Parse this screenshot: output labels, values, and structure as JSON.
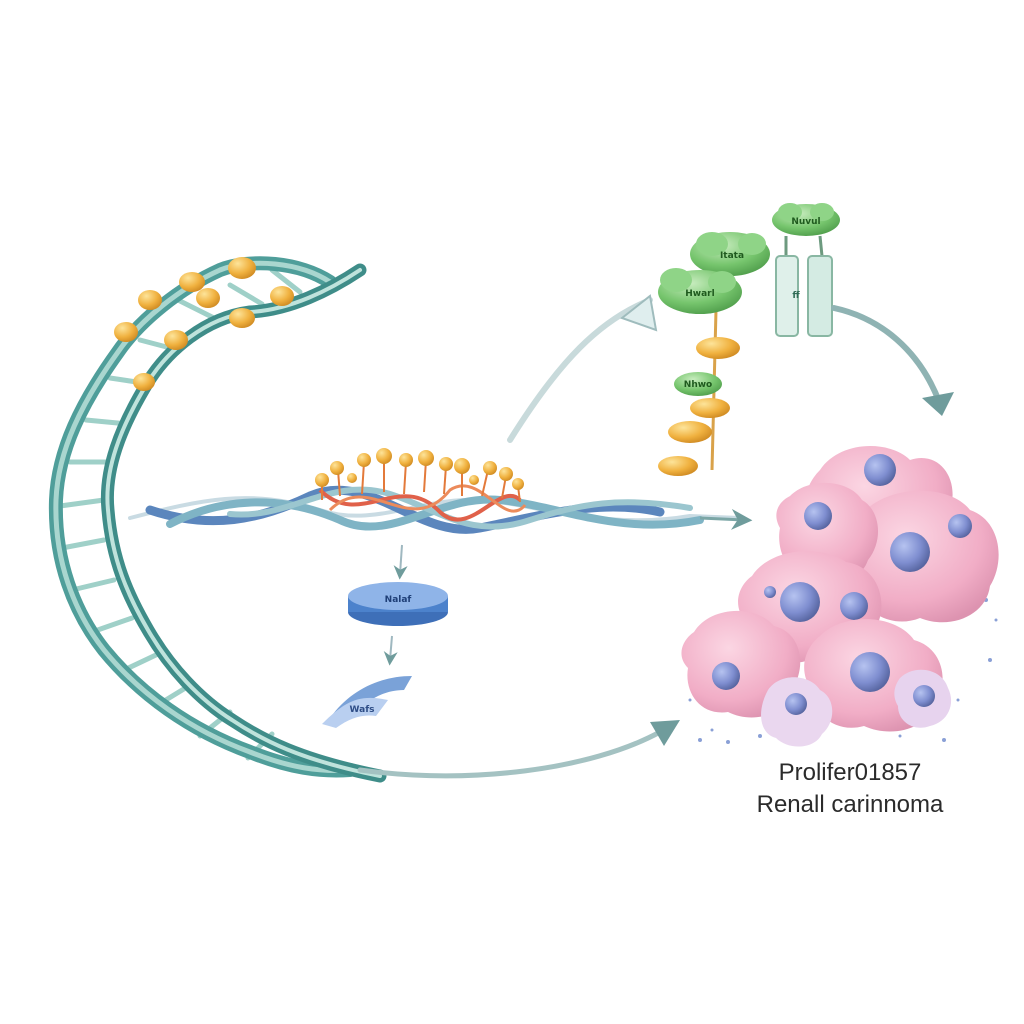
{
  "labels": {
    "line1": "Prolifer01857",
    "line2": "Renall carinnoma"
  },
  "glyphs": {
    "disc": "Nalaf",
    "probe": "Wafs",
    "protein_a": "Itata",
    "protein_b": "Hwarl",
    "protein_c": "Nuvul",
    "protein_d": "Nhwo",
    "channel": "ff"
  },
  "colors": {
    "helix_teal": "#4f9e9a",
    "helix_light": "#a9d6cf",
    "dna_blue": "#5b86bd",
    "nucleosome": "#e8a63a",
    "protein_green": "#6fc46a",
    "cell_pink": "#f2b3c9",
    "nucleus": "#7f8ed0",
    "arrow": "#7ba6a6"
  }
}
